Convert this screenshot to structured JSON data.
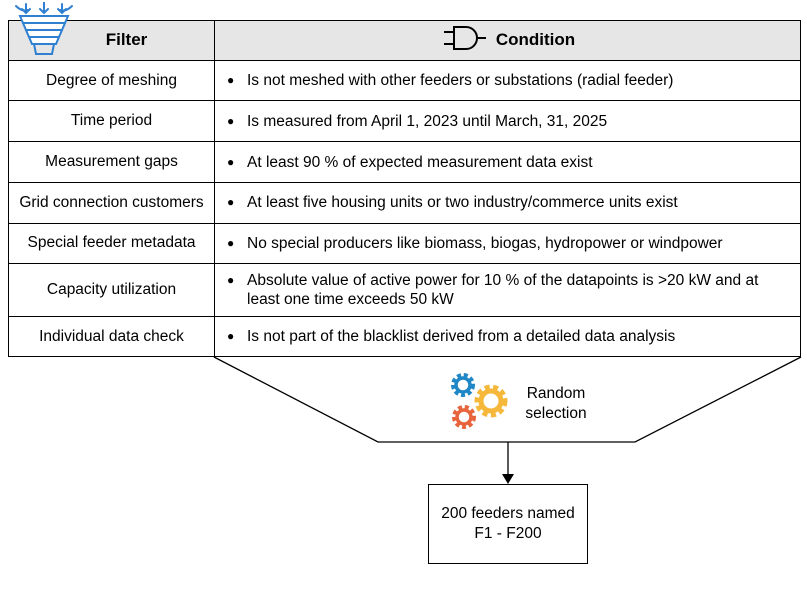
{
  "header": {
    "filter": "Filter",
    "condition": "Condition"
  },
  "rows": [
    {
      "filter": "Degree of meshing",
      "condition": "Is not meshed with other feeders or substations (radial feeder)"
    },
    {
      "filter": "Time period",
      "condition": "Is measured from April 1, 2023 until March, 31, 2025"
    },
    {
      "filter": "Measurement gaps",
      "condition": "At least 90 % of expected measurement data exist"
    },
    {
      "filter": "Grid connection customers",
      "condition": "At least five housing units or two industry/commerce units exist"
    },
    {
      "filter": "Special feeder metadata",
      "condition": "No special producers like biomass, biogas, hydropower or windpower"
    },
    {
      "filter": "Capacity utilization",
      "condition": "Absolute value of active power for 10 % of the datapoints is >20 kW and at least one time exceeds 50 kW"
    },
    {
      "filter": "Individual data check",
      "condition": "Is not part of the blacklist derived from a detailed data analysis"
    }
  ],
  "selection": {
    "label_line1": "Random",
    "label_line2": "selection"
  },
  "result": {
    "line1": "200 feeders named",
    "line2": "F1 - F200"
  },
  "icons": {
    "filter": "filter-funnel-icon",
    "condition": "plug-icon",
    "selection": "gears-icon"
  },
  "colors": {
    "header_bg": "#e6e6e6",
    "filter_icon": "#2f80d1",
    "gear_blue": "#1f87c6",
    "gear_orange": "#f5b83a",
    "gear_red": "#e8643c"
  }
}
